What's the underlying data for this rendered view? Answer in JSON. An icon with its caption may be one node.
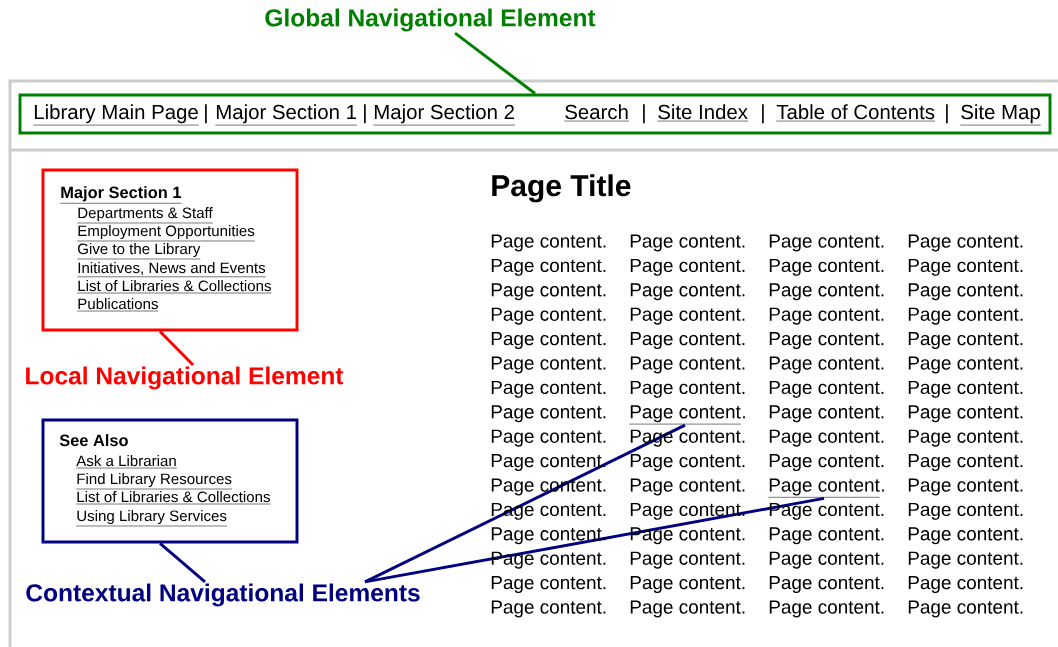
{
  "diagram": {
    "nodes": [
      {
        "text": [
          "Global Navigational Element"
        ]
      },
      {
        "text": [
          "Library Main Page",
          "|",
          "Major Section 1",
          "|",
          "Major Section 2",
          "Search",
          "|",
          "Site Index",
          "|",
          "Table of Contents",
          "|",
          "Site Map"
        ]
      },
      {
        "text": [
          "Major Section 1",
          "Departments & Staff",
          "Employment Opportunities",
          "Give to the Library",
          "Initiatives, News and Events",
          "List of Libraries & Collections",
          "Publications"
        ]
      },
      {
        "text": [
          "Local Navigational Element"
        ]
      },
      {
        "text": [
          "See Also",
          "Ask a Librarian",
          "Find Library Resources",
          "List of Libraries & Collections",
          "Using Library Services"
        ]
      },
      {
        "text": [
          "Contextual Navigational Elements"
        ]
      },
      {
        "text": [
          "Page content"
        ]
      },
      {
        "text": [
          "Page content"
        ]
      }
    ],
    "edges": [
      {
        "from": 0,
        "to": 1,
        "arrow": "none",
        "color": "#008000"
      },
      {
        "from": 3,
        "to": 2,
        "arrow": "none",
        "color": "#ff0000"
      },
      {
        "from": 5,
        "to": 4,
        "arrow": "none"
      },
      {
        "from": 5,
        "to": 6,
        "arrow": "none"
      },
      {
        "from": 5,
        "to": 7,
        "arrow": "none"
      }
    ],
    "labels": [
      "Page Title",
      "Page content.",
      "Page content.",
      "Page content.",
      "Page content.",
      "Page content.",
      "Page content.",
      "Page content.",
      "Page content.",
      "Page content.",
      "Page content.",
      "Page content.",
      "Page content.",
      "Page content.",
      "Page content.",
      "Page content.",
      "Page content.",
      "Page content.",
      "Page content.",
      "Page content.",
      "Page content.",
      "Page content.",
      "Page content.",
      "Page content.",
      "Page content.",
      "Page content.",
      "Page content.",
      "Page content.",
      "Page content.",
      "Page content.",
      ".",
      "Page content.",
      "Page content.",
      "Page content.",
      "Page content.",
      "Page content.",
      "Page content.",
      "Page content.",
      "Page content.",
      "Page content.",
      "Page content.",
      "Page content.",
      "Page content.",
      ".",
      "Page content.",
      "Page content.",
      "Page content.",
      "Page content.",
      "Page content.",
      "Page content.",
      "Page content.",
      "Page content.",
      "Page content.",
      "Page content.",
      "Page content.",
      "Page content.",
      "Page content.",
      "Page content.",
      "Page content.",
      "Page content.",
      "Page content.",
      "Page content.",
      "Page content.",
      "Page content.",
      "Page content."
    ]
  }
}
